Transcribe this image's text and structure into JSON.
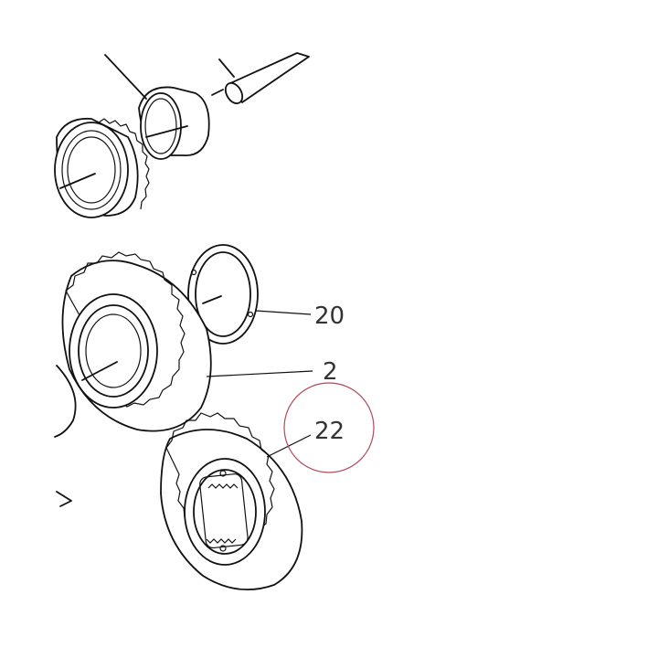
{
  "callouts": [
    {
      "id": "20",
      "label": "20"
    },
    {
      "id": "2",
      "label": "2"
    },
    {
      "id": "22",
      "label": "22"
    }
  ],
  "colors": {
    "line": "#111111",
    "label": "#333333",
    "highlight_circle": "#b0485a",
    "background": "#ffffff"
  }
}
